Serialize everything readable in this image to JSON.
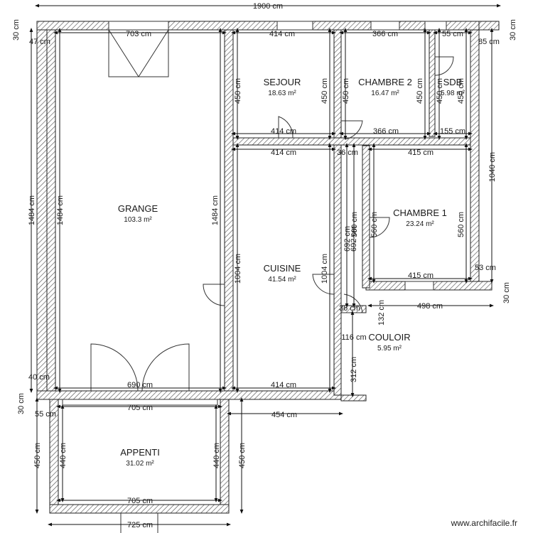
{
  "rooms": [
    {
      "name": "GRANGE",
      "area": "103.3 m²"
    },
    {
      "name": "SEJOUR",
      "area": "18.63 m²"
    },
    {
      "name": "CHAMBRE 2",
      "area": "16.47 m²"
    },
    {
      "name": "SDB",
      "area": "5.98 m²"
    },
    {
      "name": "CHAMBRE 1",
      "area": "23.24 m²"
    },
    {
      "name": "CUISINE",
      "area": "41.54 m²"
    },
    {
      "name": "COULOIR",
      "area": "5.95 m²"
    },
    {
      "name": "APPENTI",
      "area": "31.02 m²"
    }
  ],
  "dimensions": [
    "1900 cm",
    "30 cm",
    "30 cm",
    "47 cm",
    "703 cm",
    "414 cm",
    "366 cm",
    "55 cm",
    "85 cm",
    "450 cm",
    "450 cm",
    "450 cm",
    "450 cm",
    "450 cm",
    "450 cm",
    "414 cm",
    "366 cm",
    "155 cm",
    "414 cm",
    "36 cm",
    "415 cm",
    "1484 cm",
    "1484 cm",
    "1484 cm",
    "1040 cm",
    "560 cm",
    "560 cm",
    "692 cm",
    "692 cm",
    "560 cm",
    "1004 cm",
    "1004 cm",
    "415 cm",
    "53 cm",
    "30 cm",
    "498 cm",
    "36 cm",
    "132 cm",
    "116 cm",
    "312 cm",
    "40 cm",
    "30 cm",
    "690 cm",
    "414 cm",
    "55 cm",
    "705 cm",
    "454 cm",
    "450 cm",
    "440 cm",
    "440 cm",
    "450 cm",
    "705 cm",
    "725 cm"
  ],
  "credit": "www.archifacile.fr"
}
